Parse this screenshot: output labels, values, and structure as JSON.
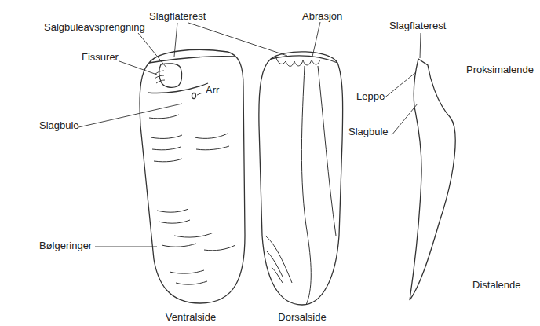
{
  "diagram": {
    "labels": [
      "Slagflaterest",
      "Salgbuleavsprengning",
      "Fissurer",
      "Arr",
      "Slagbule",
      "Bølgeringer",
      "Abrasjon",
      "Slagflaterest",
      "Leppe",
      "Slagbule",
      "Proksimalende",
      "Distalende",
      "Ventralside",
      "Dorsalside"
    ]
  }
}
